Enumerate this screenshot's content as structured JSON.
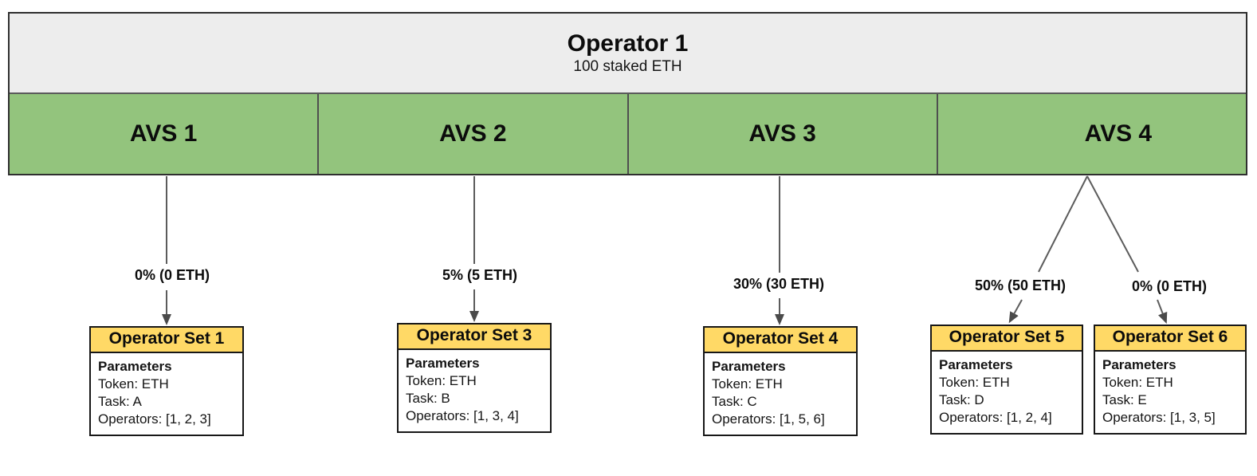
{
  "operator": {
    "title": "Operator 1",
    "stake": "100 staked ETH"
  },
  "avs_row": [
    {
      "label": "AVS 1"
    },
    {
      "label": "AVS 2"
    },
    {
      "label": "AVS 3"
    },
    {
      "label": "AVS 4"
    }
  ],
  "allocations": [
    {
      "from": "AVS 1",
      "to": "Operator Set 1",
      "label": "0% (0 ETH)"
    },
    {
      "from": "AVS 2",
      "to": "Operator Set 3",
      "label": "5% (5 ETH)"
    },
    {
      "from": "AVS 3",
      "to": "Operator Set 4",
      "label": "30% (30 ETH)"
    },
    {
      "from": "AVS 4",
      "to": "Operator Set 5",
      "label": "50% (50 ETH)"
    },
    {
      "from": "AVS 4",
      "to": "Operator Set 6",
      "label": "0% (0 ETH)"
    }
  ],
  "operator_sets": [
    {
      "title": "Operator Set 1",
      "parameters_label": "Parameters",
      "token": "Token: ETH",
      "task": "Task: A",
      "operators": "Operators: [1, 2, 3]"
    },
    {
      "title": "Operator Set 3",
      "parameters_label": "Parameters",
      "token": "Token: ETH",
      "task": "Task: B",
      "operators": "Operators: [1, 3, 4]"
    },
    {
      "title": "Operator Set 4",
      "parameters_label": "Parameters",
      "token": "Token: ETH",
      "task": "Task: C",
      "operators": "Operators: [1, 5, 6]"
    },
    {
      "title": "Operator Set 5",
      "parameters_label": "Parameters",
      "token": "Token: ETH",
      "task": "Task: D",
      "operators": "Operators: [1, 2, 4]"
    },
    {
      "title": "Operator Set 6",
      "parameters_label": "Parameters",
      "token": "Token: ETH",
      "task": "Task: E",
      "operators": "Operators: [1, 3, 5]"
    }
  ],
  "colors": {
    "operator_header_bg": "#ededed",
    "avs_green": "#93c47d",
    "operator_set_yellow": "#ffd966",
    "connector_gray": "#5c5c5c",
    "border_dark": "#171717"
  }
}
